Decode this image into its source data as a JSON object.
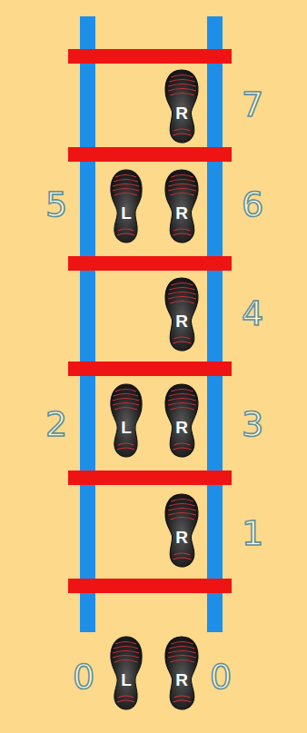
{
  "diagram": {
    "nodes": [
      {
        "text": [
          "R"
        ]
      },
      {
        "text": [
          "L"
        ]
      },
      {
        "text": [
          "R"
        ]
      },
      {
        "text": [
          "R"
        ]
      },
      {
        "text": [
          "L"
        ]
      },
      {
        "text": [
          "R"
        ]
      },
      {
        "text": [
          "R"
        ]
      },
      {
        "text": [
          "L"
        ]
      },
      {
        "text": [
          "R"
        ]
      }
    ],
    "labels": [
      "7",
      "5",
      "6",
      "4",
      "2",
      "3",
      "1",
      "0",
      "0"
    ]
  }
}
